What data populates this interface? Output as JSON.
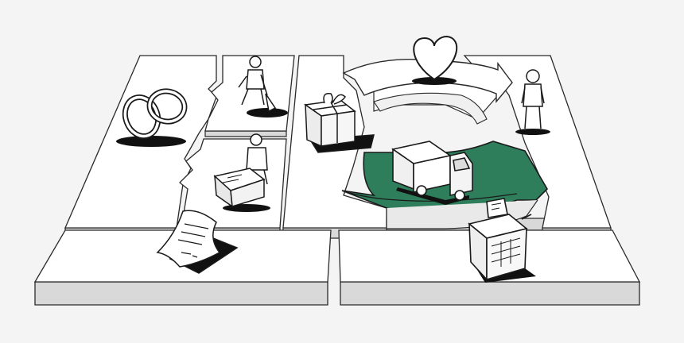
{
  "canvas": {
    "background": "#f4f4f4",
    "tile_top": "#ffffff",
    "tile_side": "#d9d9d9",
    "tile_stroke": "#2a2a2a",
    "accent_green": "#2e7d5b",
    "ink": "#1a1a1a",
    "shadow": "#111111"
  },
  "blocks": [
    {
      "id": "key-partners",
      "icon": "linked-rings-icon"
    },
    {
      "id": "key-activities",
      "icon": "person-digging-icon"
    },
    {
      "id": "key-resources",
      "icon": "person-at-machine-icon"
    },
    {
      "id": "value-propositions",
      "icon": "gift-box-on-cart-icon"
    },
    {
      "id": "customer-relationships",
      "icon": "heart-icon"
    },
    {
      "id": "channels",
      "icon": "delivery-truck-icon"
    },
    {
      "id": "customer-segments",
      "icon": "standing-person-icon"
    },
    {
      "id": "cost-structure",
      "icon": "invoice-sheet-icon"
    },
    {
      "id": "revenue-streams",
      "icon": "cash-register-icon"
    }
  ]
}
